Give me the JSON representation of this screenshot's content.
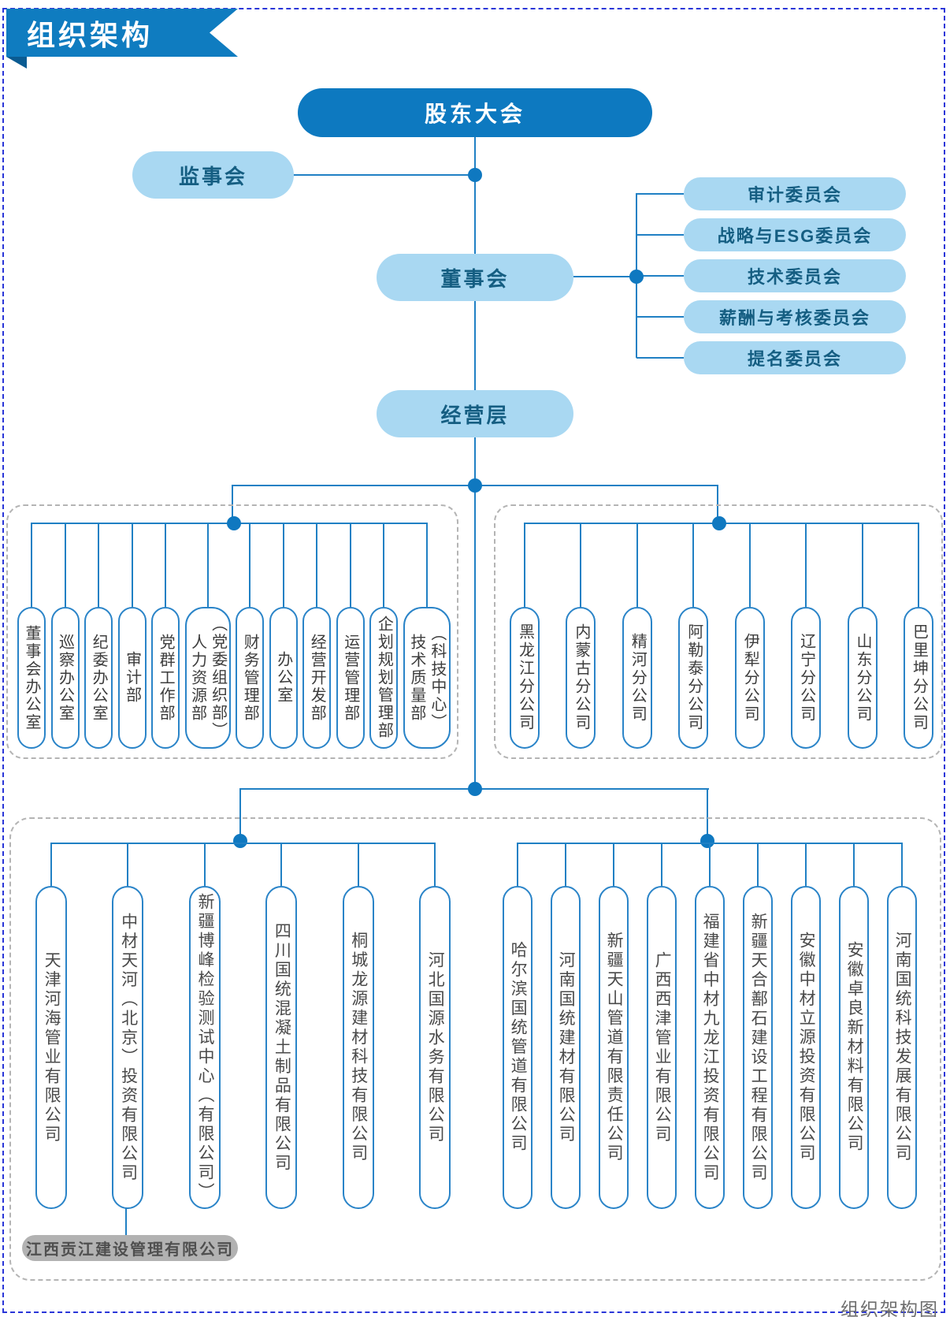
{
  "ribbon": {
    "title": "组织架构"
  },
  "caption": "组织架构图",
  "colors": {
    "primary_blue": "#0d79c0",
    "light_blue": "#a9d8f2",
    "line_blue": "#2080c4",
    "pill_border_blue": "#2a84c8",
    "navy_text": "#155e82",
    "gray_text": "#4a4a4a",
    "gray_box_bg": "#b2b2b2",
    "page_border_blue": "#2a36d8"
  },
  "governance": {
    "shareholders": "股东大会",
    "supervisory_board": "监事会",
    "board": "董事会",
    "management": "经营层"
  },
  "committees": [
    "审计委员会",
    "战略与ESG委员会",
    "技术委员会",
    "薪酬与考核委员会",
    "提名委员会"
  ],
  "departments": [
    "董事会办公室",
    "巡察办公室",
    "纪委办公室",
    "审计部",
    "党群工作部",
    "（党委组织部）\n人力资源部",
    "财务管理部",
    "办公室",
    "经营开发部",
    "运营管理部",
    "企划规划管理部",
    "（科技中心）\n技术质量部"
  ],
  "branches": [
    "黑龙江分公司",
    "内蒙古分公司",
    "精河分公司",
    "阿勒泰分公司",
    "伊犁分公司",
    "辽宁分公司",
    "山东分公司",
    "巴里坤分公司"
  ],
  "subsidiaries_left": [
    "天津河海管业有限公司",
    "中材天河（北京）投资有限公司",
    "新疆博峰检验测试中心（有限公司）",
    "四川国统混凝土制品有限公司",
    "桐城龙源建材科技有限公司",
    "河北国源水务有限公司"
  ],
  "subsidiaries_right": [
    "哈尔滨国统管道有限公司",
    "河南国统建材有限公司",
    "新疆天山管道有限责任公司",
    "广西西津管业有限公司",
    "福建省中材九龙江投资有限公司",
    "新疆天合鄯石建设工程有限公司",
    "安徽中材立源投资有限公司",
    "安徽卓良新材料有限公司",
    "河南国统科技发展有限公司"
  ],
  "managed_company": "江西贡江建设管理有限公司"
}
